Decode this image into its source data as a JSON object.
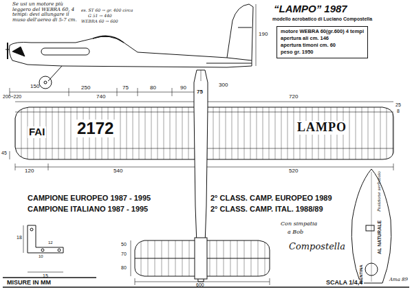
{
  "diagram": {
    "title": "“LAMPO” 1987",
    "nodes": [
      {
        "text": [
          "motore WEBRA 60(gr.600) 4 tempi",
          "apertura ali cm. 146",
          "apertura timoni cm. 60",
          "peso gr. 1950"
        ]
      }
    ],
    "labels": [
      "Se usi un motore più leggero del WEBRA 60, 4 tempi: devi allungare il muso dell'aereo di 5-7 cm.",
      "es. ST 60 → gr. 400 circa",
      "G 51 → 440",
      "WEBRA 60 → 600",
      "190",
      "150",
      "200÷220",
      "250",
      "75",
      "80",
      "90",
      "740",
      "720",
      "75",
      "300",
      "25",
      "8",
      "FAI",
      "2172",
      "LAMPO",
      "45",
      "120",
      "540",
      "520",
      "CAMPIONE EUROPEO 1987 - 1995",
      "CAMPIONE ITALIANO 1987 - 1995",
      "2° CLASS. CAMP. EUROPEO 1989",
      "2° CLASS. CAMP. ITAL. 1988/89",
      "Con simpatia",
      "a Bob",
      "Compostella",
      "50",
      "70",
      "80",
      "600",
      "MISURE IN MM",
      "SCALA 1/4,4",
      "Ama 89",
      "AL NATURALE",
      "CENTINA",
      "Posizione serbatoio",
      "18",
      "12",
      "10",
      "15",
      "modello acrobatico di Luciano Compostella"
    ]
  }
}
